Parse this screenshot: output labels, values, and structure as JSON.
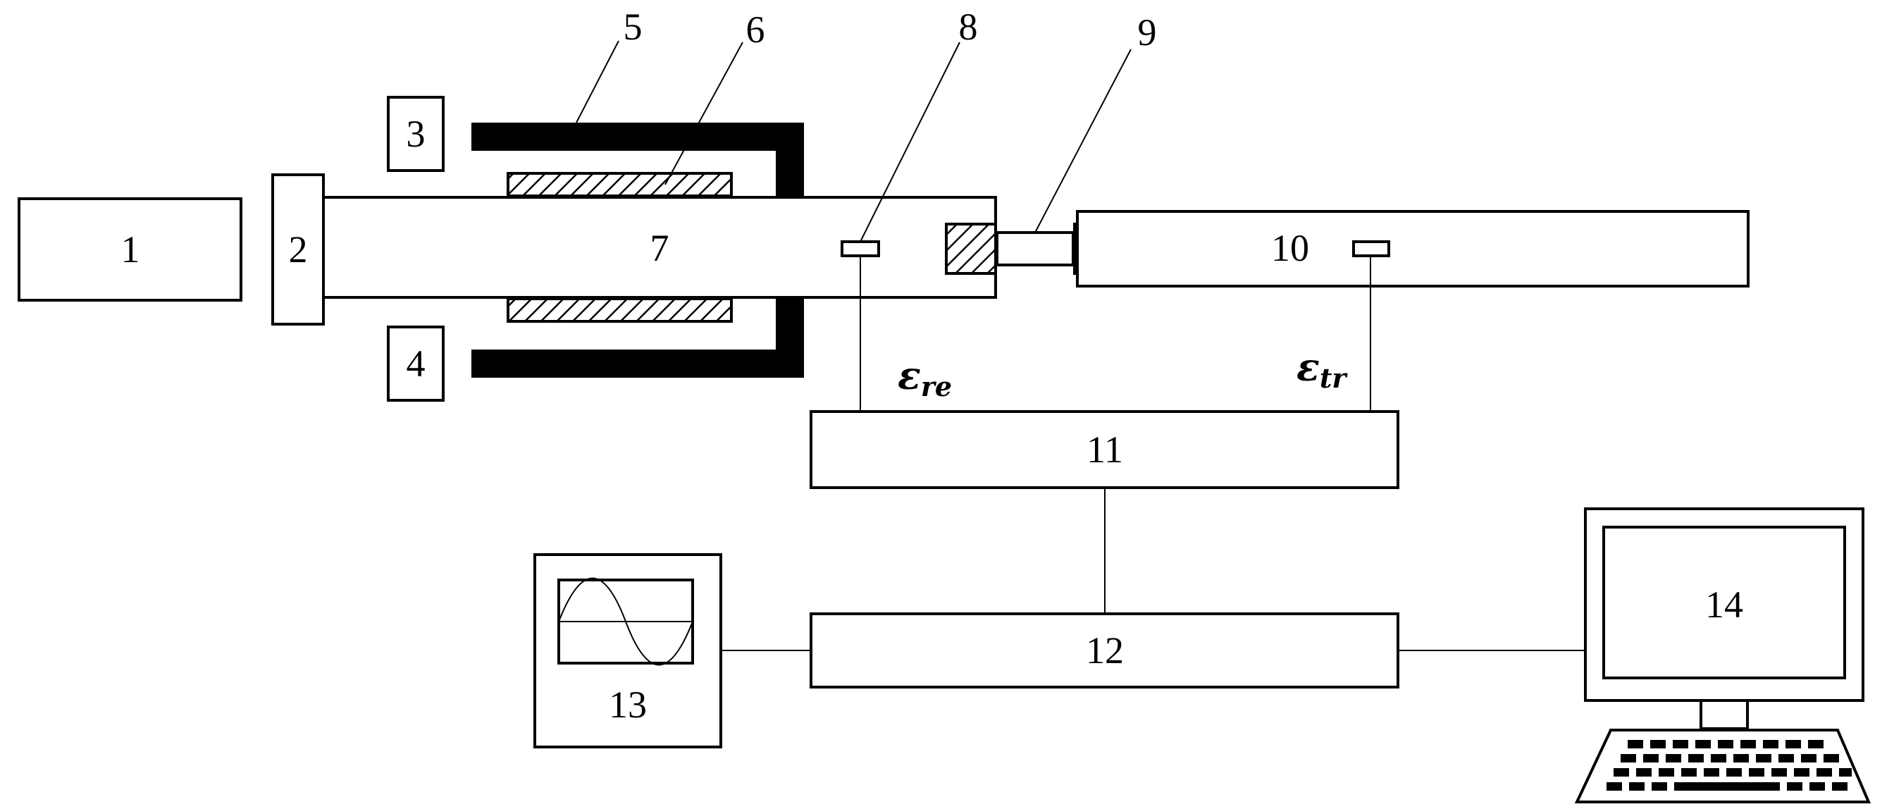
{
  "labels": {
    "n1": "1",
    "n2": "2",
    "n3": "3",
    "n4": "4",
    "n5": "5",
    "n6": "6",
    "n7": "7",
    "n8": "8",
    "n9": "9",
    "n10": "10",
    "n11": "11",
    "n12": "12",
    "n13": "13",
    "n14": "14"
  },
  "signals": {
    "reflected": {
      "symbol": "ε",
      "sub": "re"
    },
    "transmitted": {
      "symbol": "ε",
      "sub": "tr"
    }
  },
  "icons": [
    "oscilloscope-icon",
    "computer-monitor-icon",
    "keyboard-icon"
  ],
  "colors": {
    "ink": "#000000",
    "background": "#ffffff"
  }
}
